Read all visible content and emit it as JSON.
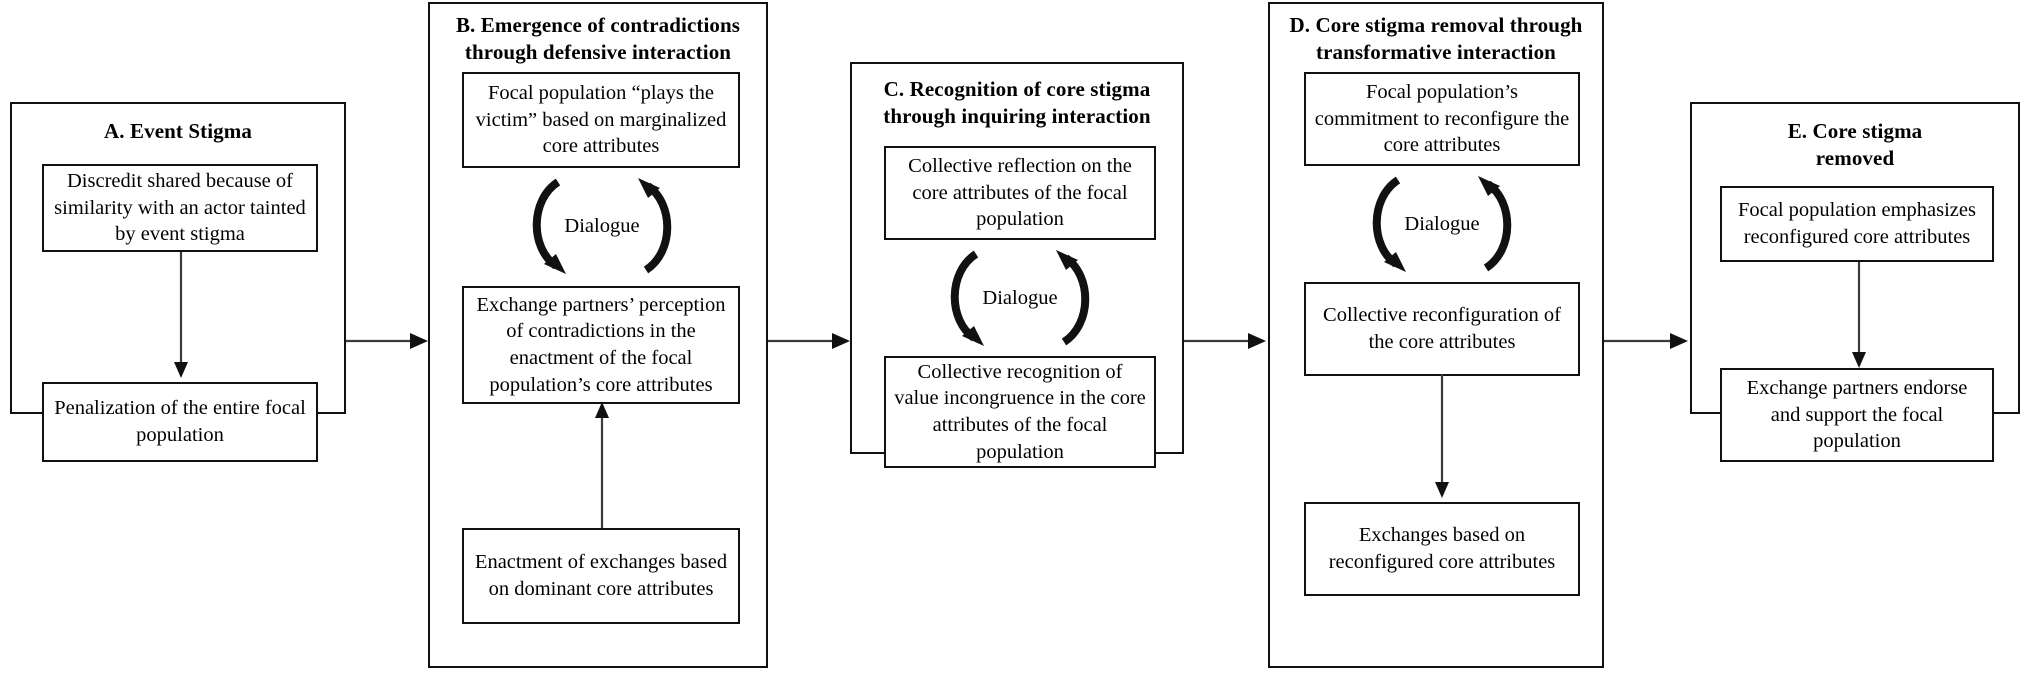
{
  "figure": {
    "type": "process-flow-diagram",
    "orientation": "left-to-right",
    "stage_count": 5,
    "ink_color": "#111111",
    "connector_color": "#3a3a3a",
    "background": "#ffffff"
  },
  "stages": [
    {
      "id": "A",
      "title": "A. Event Stigma",
      "boxes": [
        {
          "name": "discredit-shared",
          "text": "Discredit shared because of similarity with an actor tainted by event stigma"
        },
        {
          "name": "penalization",
          "text": "Penalization of the entire focal population"
        }
      ],
      "internal_arrow": "downward",
      "dialogue": null
    },
    {
      "id": "B",
      "title": "B.  Emergence of contradictions through defensive interaction",
      "boxes": [
        {
          "name": "plays-the-victim",
          "text": "Focal population “plays the victim” based on marginalized core attributes"
        },
        {
          "name": "perception-of-contradictions",
          "text": "Exchange partners’ perception of contradictions in the enactment of the focal population’s core attributes"
        },
        {
          "name": "enactment-of-exchanges",
          "text": "Enactment of exchanges based on dominant core attributes"
        }
      ],
      "internal_arrow": "upward",
      "dialogue": {
        "label": "Dialogue",
        "icon": "dialogue-cycle-icon"
      }
    },
    {
      "id": "C",
      "title": "C. Recognition of core stigma through inquiring interaction",
      "boxes": [
        {
          "name": "collective-reflection",
          "text": "Collective reflection on the core attributes of the focal population"
        },
        {
          "name": "collective-recognition",
          "text": "Collective recognition of value incongruence in the core attributes of the focal population"
        }
      ],
      "internal_arrow": null,
      "dialogue": {
        "label": "Dialogue",
        "icon": "dialogue-cycle-icon"
      }
    },
    {
      "id": "D",
      "title": "D. Core stigma removal through transformative interaction",
      "boxes": [
        {
          "name": "commitment-to-reconfigure",
          "text": "Focal population’s commitment to reconfigure the core attributes"
        },
        {
          "name": "collective-reconfiguration",
          "text": "Collective reconfiguration of the core attributes"
        },
        {
          "name": "exchanges-reconfigured",
          "text": "Exchanges based on reconfigured core attributes"
        }
      ],
      "internal_arrow": "downward",
      "dialogue": {
        "label": "Dialogue",
        "icon": "dialogue-cycle-icon"
      }
    },
    {
      "id": "E",
      "title": "E. Core stigma removed",
      "boxes": [
        {
          "name": "emphasizes-reconfigured",
          "text": "Focal population emphasizes reconfigured core attributes"
        },
        {
          "name": "partners-endorse",
          "text": "Exchange partners endorse and support the focal population"
        }
      ],
      "internal_arrow": "downward",
      "dialogue": null
    }
  ],
  "stage_connectors": [
    {
      "name": "connector-a-to-b",
      "from": "A",
      "to": "B",
      "direction": "right"
    },
    {
      "name": "connector-b-to-c",
      "from": "B",
      "to": "C",
      "direction": "right"
    },
    {
      "name": "connector-c-to-d",
      "from": "C",
      "to": "D",
      "direction": "right"
    },
    {
      "name": "connector-d-to-e",
      "from": "D",
      "to": "E",
      "direction": "right"
    }
  ]
}
